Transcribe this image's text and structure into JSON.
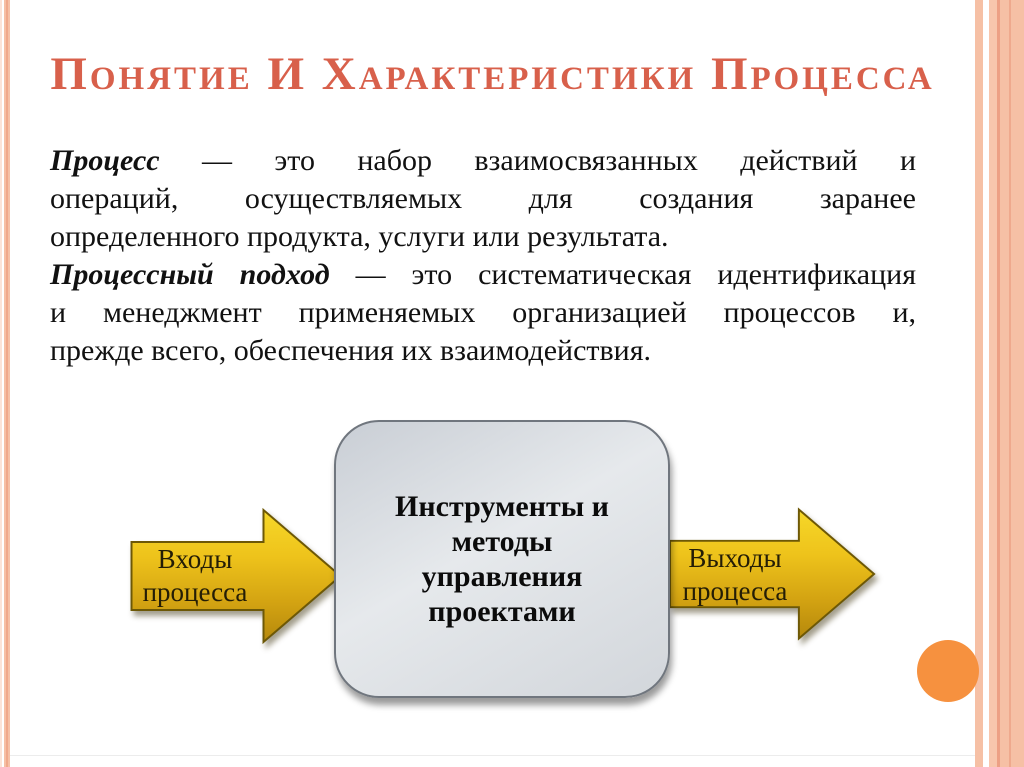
{
  "slide": {
    "title": "Понятие и характеристики процесса",
    "paragraphs": [
      {
        "lead": "Процесс",
        "line1_rest": " — это набор взаимосвязанных действий и",
        "line2": "операций, осуществляемых для создания заранее",
        "line3": "определенного продукта, услуги или результата."
      },
      {
        "lead": "Процессный подход",
        "line1_rest": " — это систематическая идентификация",
        "line2": "и менеджмент применяемых организацией процессов и,",
        "line3": "прежде всего, обеспечения их взаимодействия."
      }
    ],
    "diagram": {
      "input_arrow": {
        "line1": "Входы",
        "line2": "процесса"
      },
      "process_box": {
        "lines": [
          "Инструменты и",
          "методы",
          "управления",
          "проектами"
        ]
      },
      "output_arrow": {
        "line1": "Выходы",
        "line2": "процесса"
      }
    },
    "colors": {
      "title_text": "#d8604b",
      "arrow_gold_top": "#f6d829",
      "arrow_gold_bottom": "#b5880c",
      "stripe_salmon": "#f6c0a5",
      "accent_circle": "#f6913f",
      "box_fill_light": "#e6e9ec",
      "box_fill_dark": "#c9ced5"
    }
  }
}
